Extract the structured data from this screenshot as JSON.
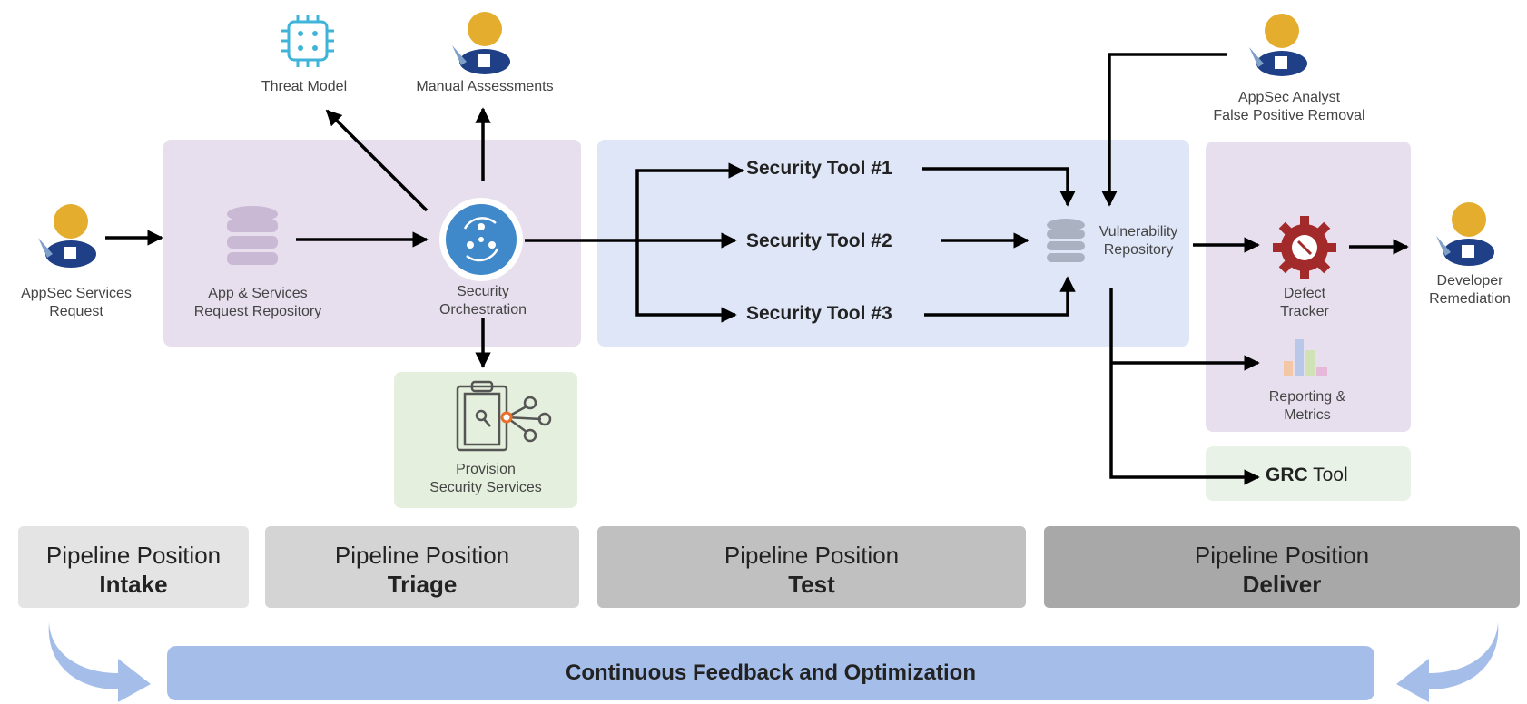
{
  "nodes": {
    "threat_model": "Threat Model",
    "manual_assessments": "Manual Assessments",
    "appsec_request": [
      "AppSec Services",
      "Request"
    ],
    "request_repo": [
      "App & Services",
      "Request Repository"
    ],
    "orchestration": [
      "Security",
      "Orchestration"
    ],
    "provision": [
      "Provision",
      "Security Services"
    ],
    "tool1": "Security Tool #1",
    "tool2": "Security Tool #2",
    "tool3": "Security Tool #3",
    "vuln_repo": [
      "Vulnerability",
      "Repository"
    ],
    "analyst": [
      "AppSec Analyst",
      "False Positive Removal"
    ],
    "defect_tracker": [
      "Defect",
      "Tracker"
    ],
    "developer": [
      "Developer",
      "Remediation"
    ],
    "reporting": [
      "Reporting &",
      "Metrics"
    ],
    "grc_bold": "GRC",
    "grc_rest": " Tool"
  },
  "pipeline": [
    {
      "line1": "Pipeline Position",
      "line2": "Intake",
      "color": "#e4e4e4"
    },
    {
      "line1": "Pipeline Position",
      "line2": "Triage",
      "color": "#d4d4d4"
    },
    {
      "line1": "Pipeline Position",
      "line2": "Test",
      "color": "#c0c0c0"
    },
    {
      "line1": "Pipeline Position",
      "line2": "Deliver",
      "color": "#a8a8a8"
    }
  ],
  "feedback": "Continuous Feedback and Optimization",
  "colors": {
    "intake_panel": "#e7dfee",
    "test_panel": "#dfe6f7",
    "deliver_panel": "#e7dfee",
    "provision_panel": "#e4efdd",
    "grc_panel": "#e9f2e6",
    "feedback_bar": "#a5bde9",
    "orchestration": "#3f88c9",
    "defect_gear": "#a32a2a"
  }
}
